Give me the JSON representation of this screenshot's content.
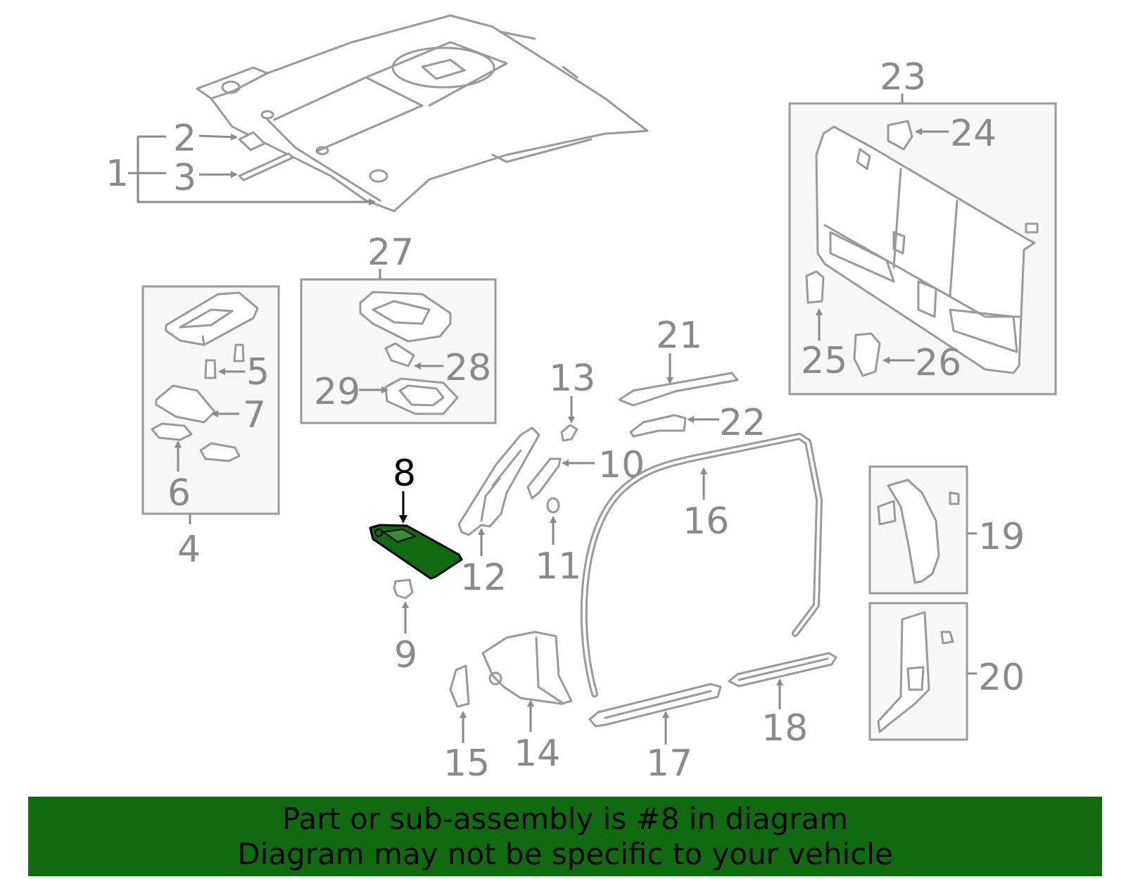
{
  "diagram": {
    "callouts": {
      "c1": "1",
      "c2": "2",
      "c3": "3",
      "c4": "4",
      "c5": "5",
      "c6": "6",
      "c7": "7",
      "c8": "8",
      "c9": "9",
      "c10": "10",
      "c11": "11",
      "c12": "12",
      "c13": "13",
      "c14": "14",
      "c15": "15",
      "c16": "16",
      "c17": "17",
      "c18": "18",
      "c19": "19",
      "c20": "20",
      "c21": "21",
      "c22": "22",
      "c23": "23",
      "c24": "24",
      "c25": "25",
      "c26": "26",
      "c27": "27",
      "c28": "28",
      "c29": "29"
    },
    "highlight_color": "#0f6a10",
    "line_color": "#9a9a9a"
  },
  "banner": {
    "line1": "Part or sub-assembly is #8 in diagram",
    "line2": "Diagram may not be specific to your vehicle"
  }
}
